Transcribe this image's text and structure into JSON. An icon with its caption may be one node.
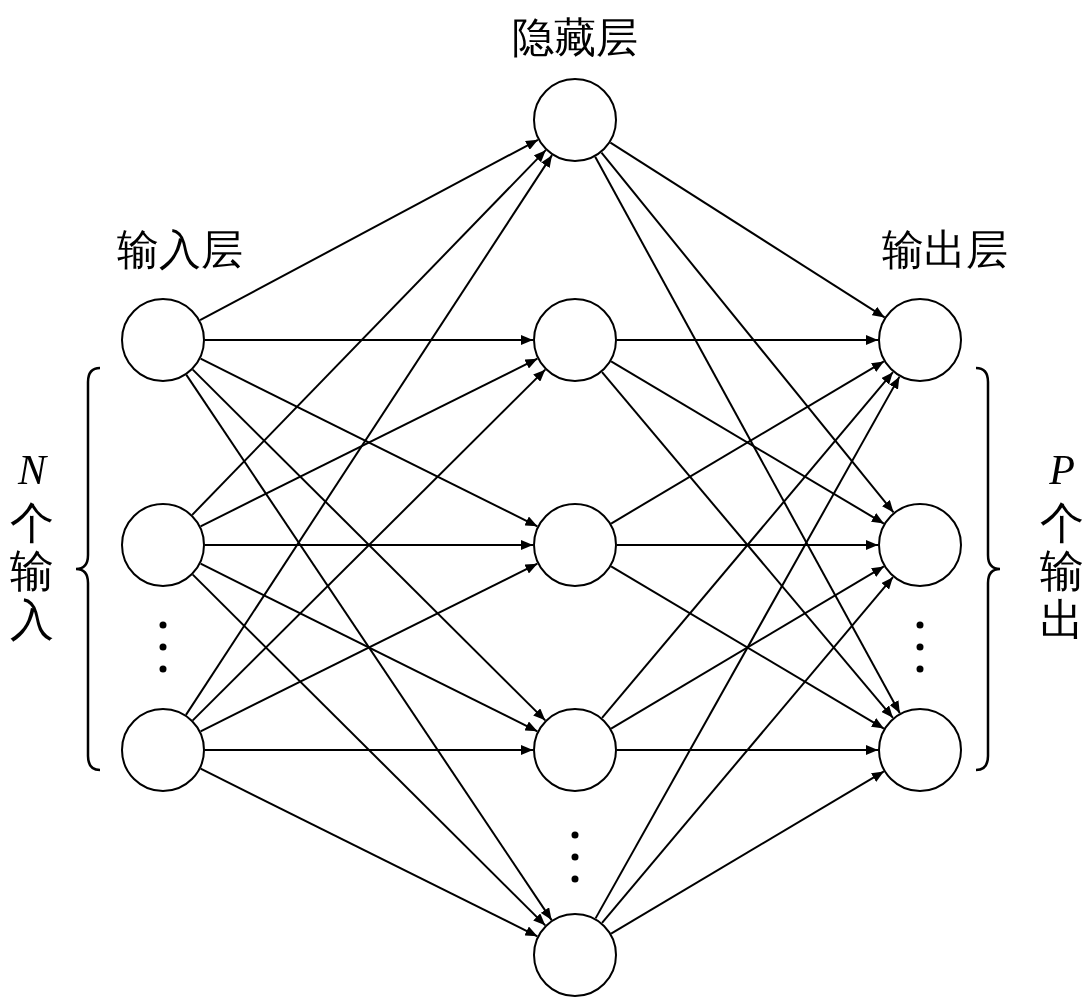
{
  "diagram": {
    "nodes": [
      {
        "text": [],
        "shape": "circle"
      },
      {
        "text": [],
        "shape": "circle"
      },
      {
        "text": [],
        "shape": "circle"
      },
      {
        "text": [],
        "shape": "circle"
      },
      {
        "text": [],
        "shape": "circle"
      },
      {
        "text": [],
        "shape": "circle"
      },
      {
        "text": [],
        "shape": "circle"
      },
      {
        "text": [],
        "shape": "circle"
      },
      {
        "text": [],
        "shape": "circle"
      },
      {
        "text": [],
        "shape": "circle"
      },
      {
        "text": [],
        "shape": "circle"
      }
    ],
    "edges": [
      {
        "from": 0,
        "to": 3,
        "arrow": "to"
      },
      {
        "from": 0,
        "to": 4,
        "arrow": "to"
      },
      {
        "from": 0,
        "to": 5,
        "arrow": "to"
      },
      {
        "from": 0,
        "to": 6,
        "arrow": "to"
      },
      {
        "from": 0,
        "to": 7,
        "arrow": "to"
      },
      {
        "from": 1,
        "to": 3,
        "arrow": "to"
      },
      {
        "from": 1,
        "to": 4,
        "arrow": "to"
      },
      {
        "from": 1,
        "to": 5,
        "arrow": "to"
      },
      {
        "from": 1,
        "to": 6,
        "arrow": "to"
      },
      {
        "from": 1,
        "to": 7,
        "arrow": "to"
      },
      {
        "from": 2,
        "to": 3,
        "arrow": "to"
      },
      {
        "from": 2,
        "to": 4,
        "arrow": "to"
      },
      {
        "from": 2,
        "to": 5,
        "arrow": "to"
      },
      {
        "from": 2,
        "to": 6,
        "arrow": "to"
      },
      {
        "from": 2,
        "to": 7,
        "arrow": "to"
      },
      {
        "from": 3,
        "to": 8,
        "arrow": "to"
      },
      {
        "from": 3,
        "to": 9,
        "arrow": "to"
      },
      {
        "from": 3,
        "to": 10,
        "arrow": "to"
      },
      {
        "from": 4,
        "to": 8,
        "arrow": "to"
      },
      {
        "from": 4,
        "to": 9,
        "arrow": "to"
      },
      {
        "from": 4,
        "to": 10,
        "arrow": "to"
      },
      {
        "from": 5,
        "to": 8,
        "arrow": "to"
      },
      {
        "from": 5,
        "to": 9,
        "arrow": "to"
      },
      {
        "from": 5,
        "to": 10,
        "arrow": "to"
      },
      {
        "from": 6,
        "to": 8,
        "arrow": "to"
      },
      {
        "from": 6,
        "to": 9,
        "arrow": "to"
      },
      {
        "from": 6,
        "to": 10,
        "arrow": "to"
      },
      {
        "from": 7,
        "to": 8,
        "arrow": "to"
      },
      {
        "from": 7,
        "to": 9,
        "arrow": "to"
      },
      {
        "from": 7,
        "to": 10,
        "arrow": "to"
      }
    ],
    "labels": [
      "隐藏层",
      "输入层",
      "输出层",
      "N",
      "个输入",
      "P",
      "个输出"
    ]
  }
}
